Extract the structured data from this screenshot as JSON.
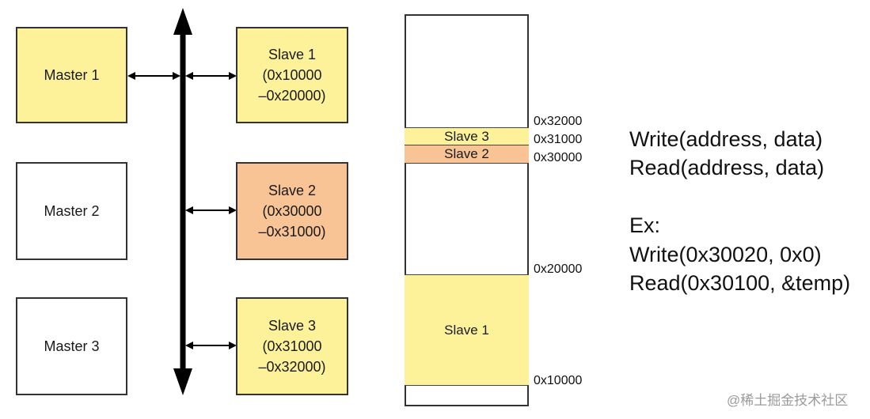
{
  "masters": [
    {
      "label": "Master 1",
      "color": "#fdf29a"
    },
    {
      "label": "Master 2",
      "color": "#ffffff"
    },
    {
      "label": "Master 3",
      "color": "#ffffff"
    }
  ],
  "slaves": [
    {
      "name": "Slave 1",
      "range_start": "(0x10000",
      "range_end": "–0x20000)",
      "color": "#fdf29a"
    },
    {
      "name": "Slave 2",
      "range_start": "(0x30000",
      "range_end": "–0x31000)",
      "color": "#f8c495"
    },
    {
      "name": "Slave 3",
      "range_start": "(0x31000",
      "range_end": "–0x32000)",
      "color": "#fdf29a"
    }
  ],
  "memory_map": {
    "segments": [
      {
        "label": "Slave 3",
        "color": "#fdf29a"
      },
      {
        "label": "Slave 2",
        "color": "#f8c495"
      },
      {
        "label": "Slave 1",
        "color": "#fdf29a"
      }
    ],
    "addresses": [
      "0x32000",
      "0x31000",
      "0x30000",
      "0x20000",
      "0x10000"
    ]
  },
  "api": {
    "write": "Write(address, data)",
    "read": "Read(address, data)",
    "example_label": "Ex:",
    "example_write": "Write(0x30020, 0x0)",
    "example_read": "Read(0x30100, &temp)"
  },
  "watermark": "@稀土掘金技术社区"
}
